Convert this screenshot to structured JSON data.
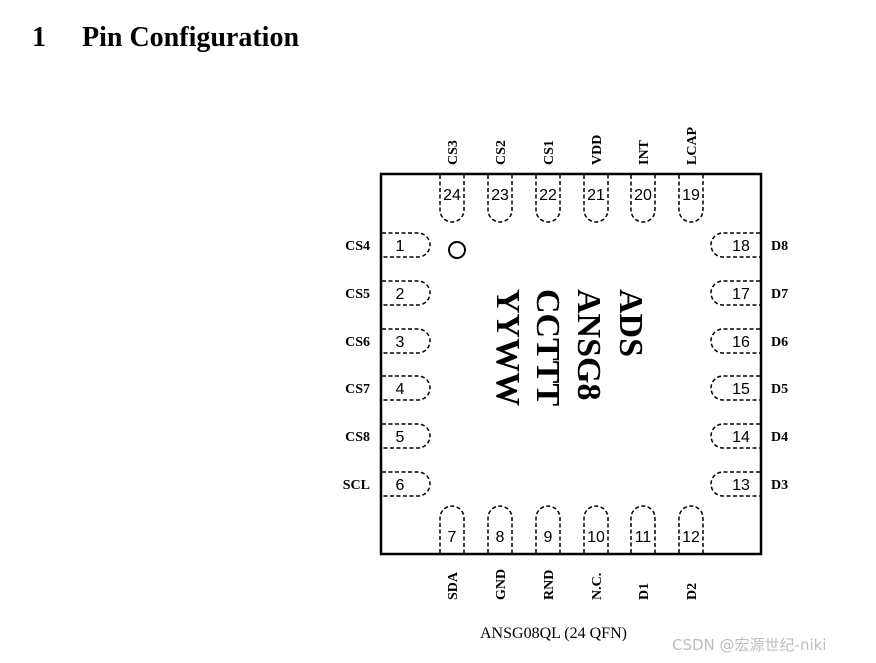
{
  "heading": {
    "number": "1",
    "title": "Pin Configuration"
  },
  "package": {
    "marking": [
      "ADS",
      "ANSG8",
      "CCTTT",
      "YYWW"
    ],
    "caption": "ANSG08QL (24 QFN)"
  },
  "pins": {
    "left": [
      {
        "num": "1",
        "name": "CS4"
      },
      {
        "num": "2",
        "name": "CS5"
      },
      {
        "num": "3",
        "name": "CS6"
      },
      {
        "num": "4",
        "name": "CS7"
      },
      {
        "num": "5",
        "name": "CS8"
      },
      {
        "num": "6",
        "name": "SCL"
      }
    ],
    "bottom": [
      {
        "num": "7",
        "name": "SDA"
      },
      {
        "num": "8",
        "name": "GND"
      },
      {
        "num": "9",
        "name": "RND"
      },
      {
        "num": "10",
        "name": "N.C."
      },
      {
        "num": "11",
        "name": "D1"
      },
      {
        "num": "12",
        "name": "D2"
      }
    ],
    "right": [
      {
        "num": "13",
        "name": "D3"
      },
      {
        "num": "14",
        "name": "D4"
      },
      {
        "num": "15",
        "name": "D5"
      },
      {
        "num": "16",
        "name": "D6"
      },
      {
        "num": "17",
        "name": "D7"
      },
      {
        "num": "18",
        "name": "D8"
      }
    ],
    "top": [
      {
        "num": "19",
        "name": "LCAP"
      },
      {
        "num": "20",
        "name": "INT"
      },
      {
        "num": "21",
        "name": "VDD"
      },
      {
        "num": "22",
        "name": "CS1"
      },
      {
        "num": "23",
        "name": "CS2"
      },
      {
        "num": "24",
        "name": "CS3"
      }
    ]
  },
  "watermark": "CSDN @宏源世纪-niki"
}
